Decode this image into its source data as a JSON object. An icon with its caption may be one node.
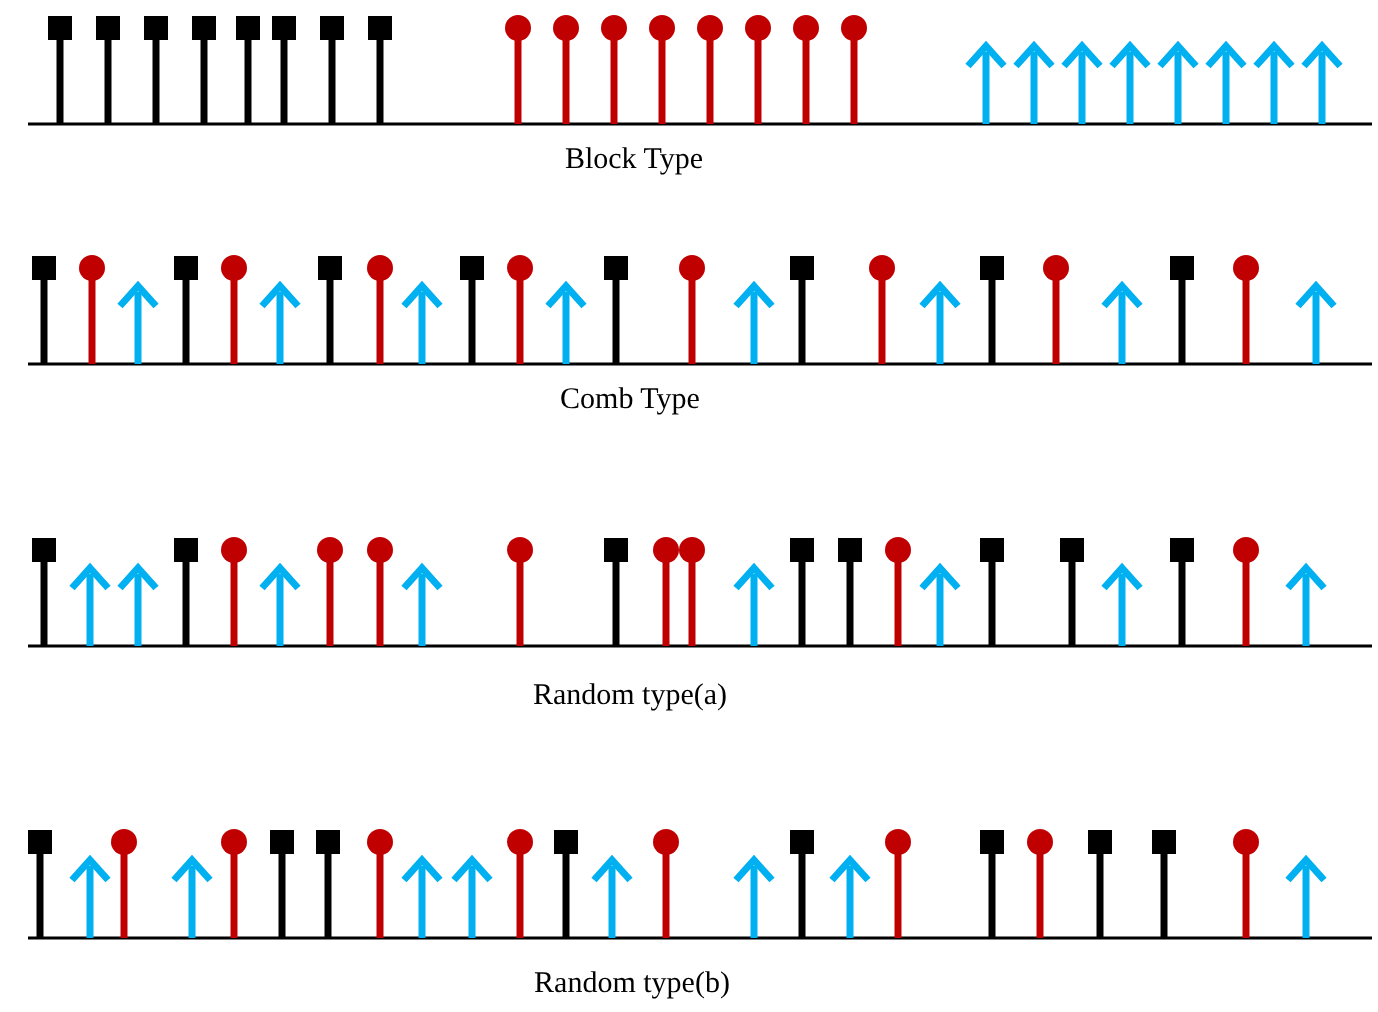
{
  "diagram": {
    "labels": [
      "Block Type",
      "Comb Type",
      "Random type(a)",
      "Random type(b)"
    ]
  }
}
